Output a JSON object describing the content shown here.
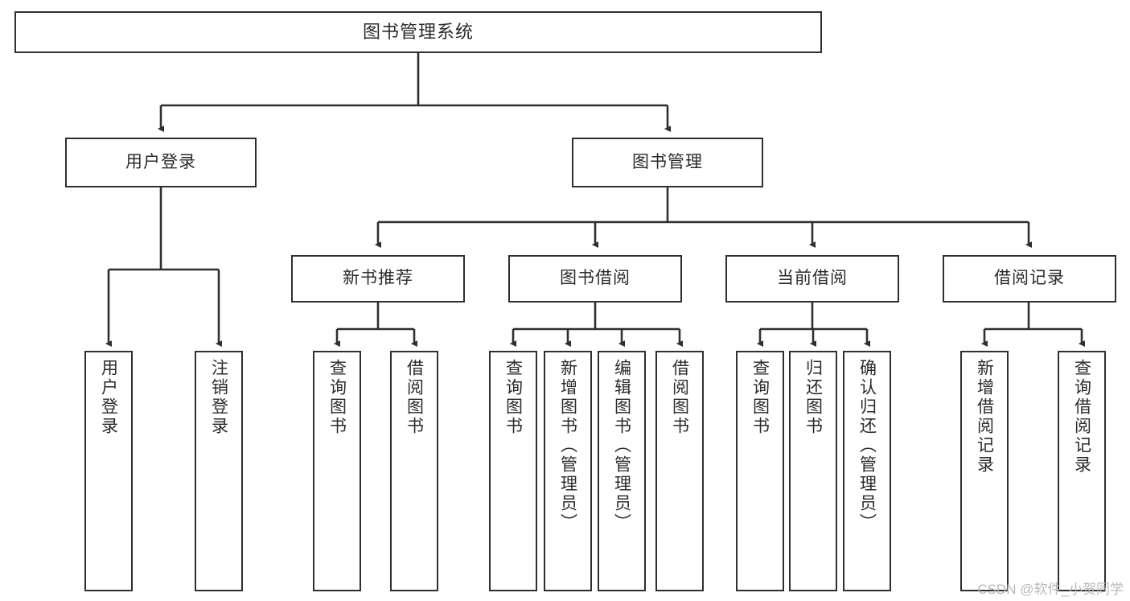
{
  "diagram": {
    "title": "图书管理系统",
    "type": "tree-hierarchy-diagram",
    "colors": {
      "stroke": "#2f2f2f",
      "fill": "#ffffff",
      "text": "#2b2b2b",
      "watermark": "#b9b9b9"
    },
    "root": {
      "label": "图书管理系统"
    },
    "level2": [
      {
        "label": "用户登录"
      },
      {
        "label": "图书管理"
      }
    ],
    "level3": [
      {
        "label": "新书推荐"
      },
      {
        "label": "图书借阅"
      },
      {
        "label": "当前借阅"
      },
      {
        "label": "借阅记录"
      }
    ],
    "leaves": {
      "user_login": [
        {
          "label": "用户登录"
        },
        {
          "label": "注销登录"
        }
      ],
      "new_book_recommend": [
        {
          "label": "查询图书"
        },
        {
          "label": "借阅图书"
        }
      ],
      "book_borrow": [
        {
          "label": "查询图书"
        },
        {
          "label": "新增图书（管理员）"
        },
        {
          "label": "编辑图书（管理员）"
        },
        {
          "label": "借阅图书"
        }
      ],
      "current_borrow": [
        {
          "label": "查询图书"
        },
        {
          "label": "归还图书"
        },
        {
          "label": "确认归还（管理员）"
        }
      ],
      "borrow_record": [
        {
          "label": "新增借阅记录"
        },
        {
          "label": "查询借阅记录"
        }
      ]
    },
    "watermark": "CSDN @软件_小贺同学"
  }
}
